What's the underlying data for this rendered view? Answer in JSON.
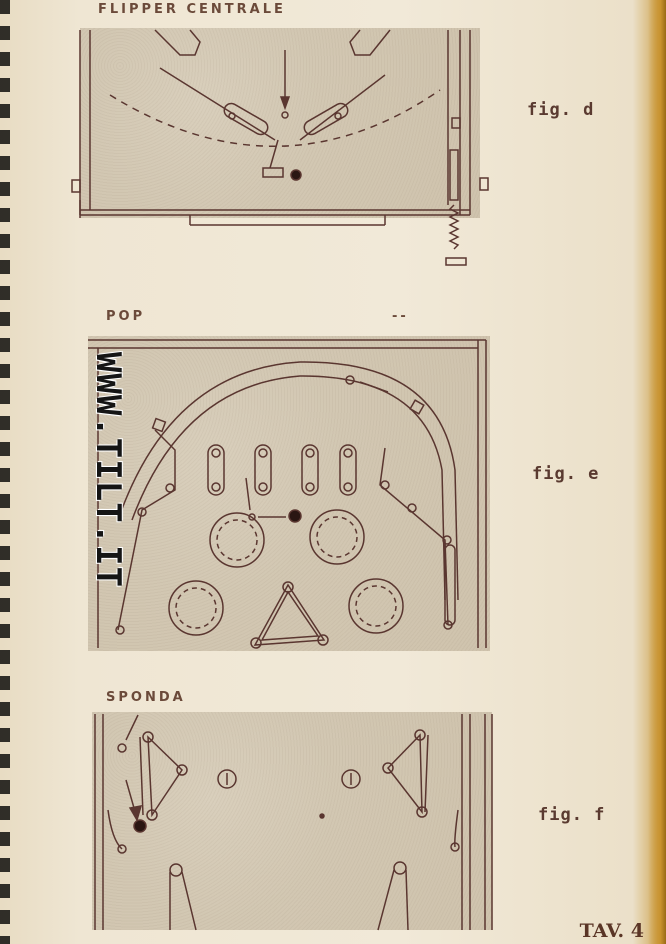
{
  "figures": [
    {
      "title": "FLIPPER CENTRALE",
      "label": "fig. d"
    },
    {
      "title": "POP",
      "label": "fig. e",
      "extra_mark": "--"
    },
    {
      "title": "SPONDA",
      "label": "fig. f"
    }
  ],
  "watermark": "WWW.TILT.IT",
  "plate": "TAV. 4",
  "icons": {
    "binding": "spiral-binding-icon",
    "flipper": "flipper-icon",
    "bumper": "pop-bumper-icon"
  }
}
